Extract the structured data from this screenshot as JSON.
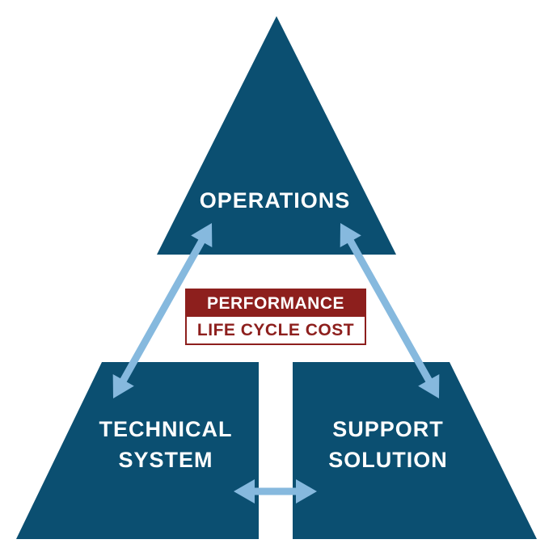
{
  "colors": {
    "shape_fill": "#0b4f71",
    "arrow_fill": "#86b9de",
    "accent": "#8d1f1d",
    "label_text": "#ffffff",
    "background": "#ffffff"
  },
  "nodes": {
    "operations": {
      "label": "OPERATIONS"
    },
    "technical_system": {
      "line1": "TECHNICAL",
      "line2": "SYSTEM"
    },
    "support_solution": {
      "line1": "SUPPORT",
      "line2": "SOLUTION"
    }
  },
  "center": {
    "performance": "PERFORMANCE",
    "life_cycle_cost": "LIFE CYCLE COST"
  },
  "connectors": [
    {
      "from": "operations",
      "to": "technical_system",
      "type": "double-arrow"
    },
    {
      "from": "operations",
      "to": "support_solution",
      "type": "double-arrow"
    },
    {
      "from": "technical_system",
      "to": "support_solution",
      "type": "double-arrow"
    }
  ]
}
